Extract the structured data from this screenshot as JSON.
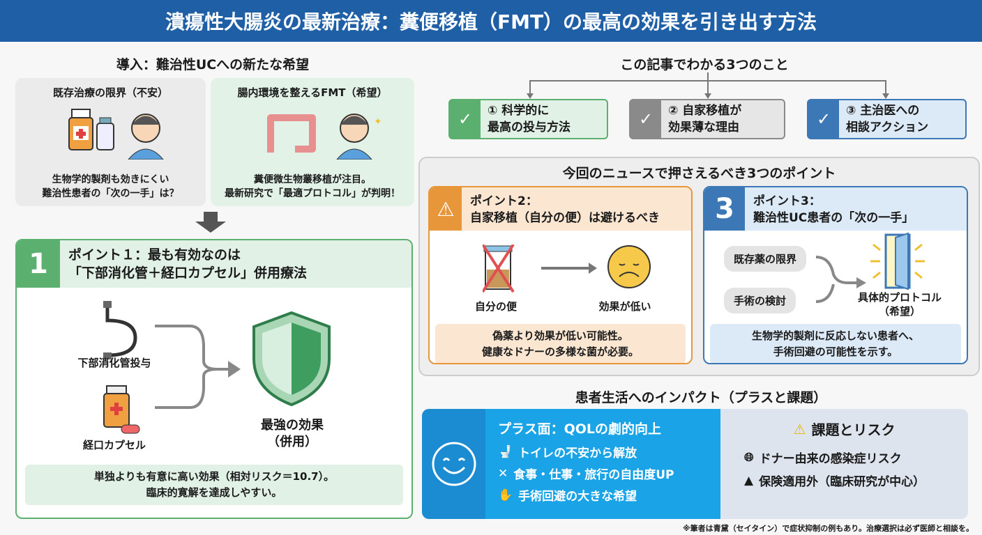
{
  "header": {
    "title": "潰瘍性大腸炎の最新治療：糞便移植（FMT）の最高の効果を引き出す方法"
  },
  "intro": {
    "title": "導入：難治性UCへの新たな希望",
    "card1": {
      "title": "既存治療の限界（不安）",
      "text1": "生物学的製剤も効きにくい",
      "text2": "難治性患者の「次の一手」は？"
    },
    "card2": {
      "title": "腸内環境を整えるFMT（希望）",
      "text1": "糞便微生物叢移植が注目。",
      "text2": "最新研究で「最適プロトコル」が判明！"
    }
  },
  "point1": {
    "number": "1",
    "title1": "ポイント１：最も有効なのは",
    "title2": "「下部消化管＋経口カプセル」併用療法",
    "item1": "下部消化管投与",
    "item2": "経口カプセル",
    "result1": "最強の効果",
    "result2": "（併用）",
    "note1": "単独よりも有意に高い効果（相対リスク＝10.7）。",
    "note2": "臨床的寛解を達成しやすい。"
  },
  "summary": {
    "title": "この記事でわかる3つのこと",
    "items": [
      {
        "l1": "① 科学的に",
        "l2": "最高の投与方法",
        "color": "#5bb06f"
      },
      {
        "l1": "② 自家移植が",
        "l2": "効果薄な理由",
        "color": "#8a8a8a"
      },
      {
        "l1": "③ 主治医への",
        "l2": "相談アクション",
        "color": "#3d78b6"
      }
    ]
  },
  "points": {
    "title": "今回のニュースで押さえるべき3つのポイント",
    "point2": {
      "title1": "ポイント2：",
      "title2": "自家移植（自分の便）は避けるべき",
      "left": "自分の便",
      "right": "効果が低い",
      "note1": "偽薬より効果が低い可能性。",
      "note2": "健康なドナーの多様な菌が必要。"
    },
    "point3": {
      "number": "3",
      "title1": "ポイント3：",
      "title2": "難治性UC患者の「次の一手」",
      "in1": "既存薬の限界",
      "in2": "手術の検討",
      "out1": "具体的プロトコル",
      "out2": "（希望）",
      "note1": "生物学的製剤に反応しない患者へ、",
      "note2": "手術回避の可能性を示す。"
    }
  },
  "impact": {
    "title": "患者生活へのインパクト（プラスと課題）",
    "plus": {
      "title": "プラス面：QOLの劇的向上",
      "items": [
        "トイレの不安から解放",
        "食事・仕事・旅行の自由度UP",
        "手術回避の大きな希望"
      ]
    },
    "risk": {
      "title": "課題とリスク",
      "items": [
        "ドナー由来の感染症リスク",
        "保険適用外（臨床研究が中心）"
      ]
    }
  },
  "footnote": "※筆者は青黛（セイタイン）で症状抑制の例もあり。治療選択は必ず医師と相談を。",
  "colors": {
    "header": "#1f5fa6",
    "green": "#5bb06f",
    "orange": "#e8963a",
    "blue": "#3d78b6",
    "impact_blue": "#1aa3e6"
  }
}
